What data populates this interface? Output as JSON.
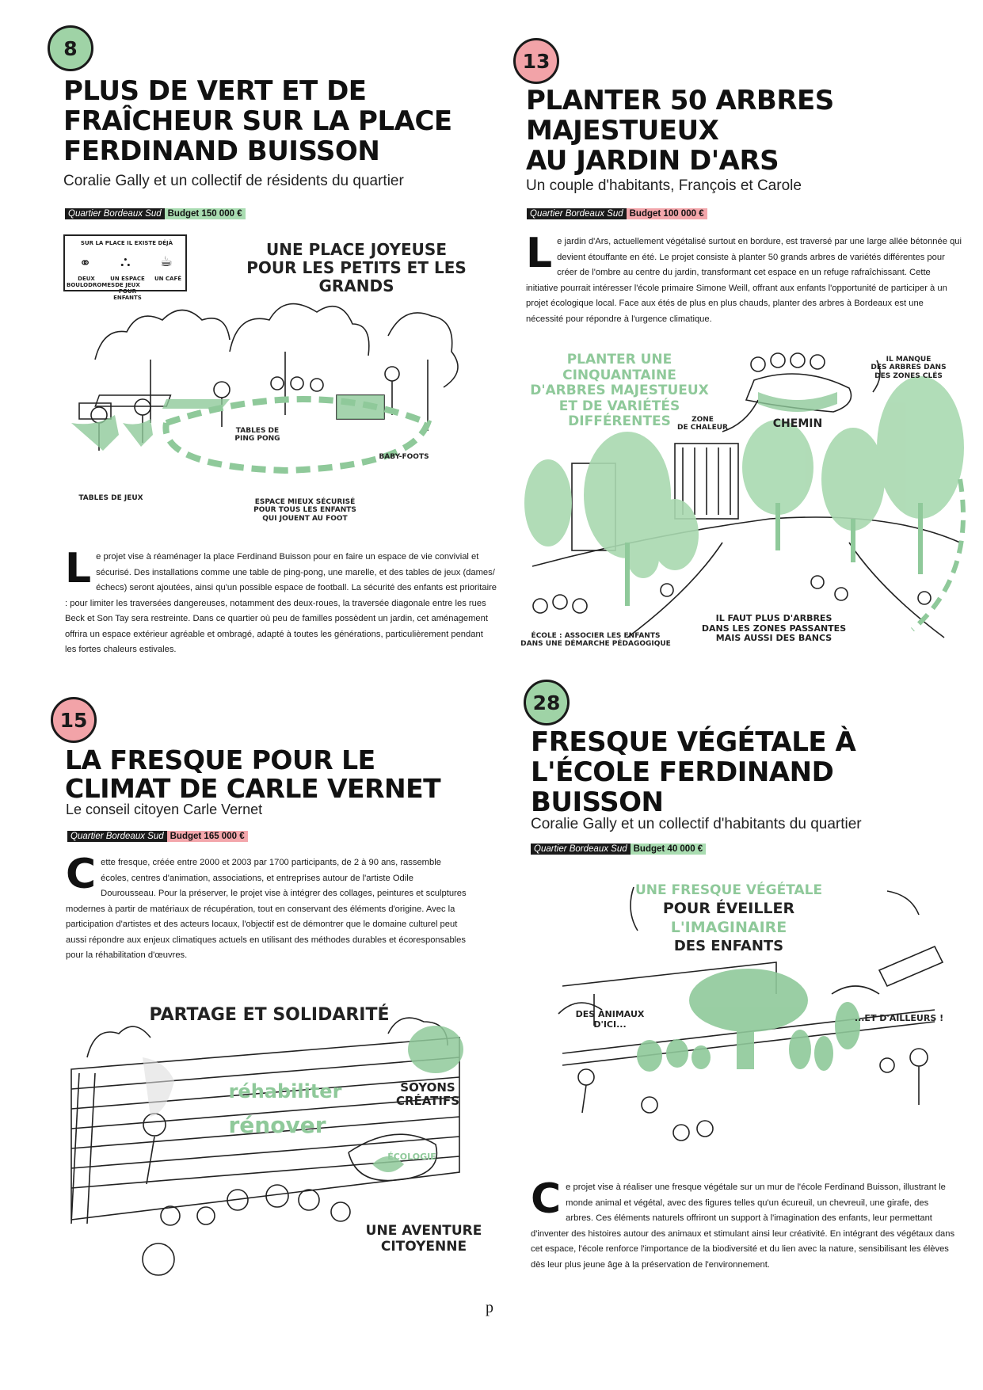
{
  "projects": [
    {
      "number": "8",
      "title": "Plus de vert et de\nfraîcheur sur la place\nFerdinand Buisson",
      "author": "Coralie Gally et un collectif de résidents du quartier",
      "district": "Quartier Bordeaux Sud",
      "budget": "Budget 150 000 €",
      "dropcap": "L",
      "text": "e projet vise à réaménager la place Ferdinand Buisson pour en faire un espace de vie convivial et sécurisé. Des installations comme une table de ping-pong, une marelle, et des tables de jeux (dames/échecs) seront ajoutées, ainsi qu'un possible espace de football. La sécurité des enfants est prioritaire : pour limiter les traversées dangereuses, notamment des deux-roues, la traversée diagonale entre les rues Beck et Son Tay sera restreinte. Dans ce quartier où peu de familles possèdent un jardin, cet aménagement offrira un espace extérieur agréable et ombragé, adapté à toutes les générations, particulièrement pendant les fortes chaleurs estivales.",
      "illustration": {
        "headline": "Une place joyeuse\npour les petits et les grands",
        "existing_title": "Sur la place il existe déjà",
        "existing_items": [
          "Deux boulodromes",
          "Un espace de jeux pour enfants",
          "Un café"
        ],
        "labels": {
          "ping_pong": "Tables de\nping pong",
          "baby_foot": "Baby-foots",
          "game_tables": "Tables de jeux",
          "safe_space": "Espace mieux sécurisé\npour tous les enfants\nqui jouent au foot"
        }
      }
    },
    {
      "number": "13",
      "title": "Planter 50 arbres\nmajestueux\nau jardin d'Ars",
      "author": "Un couple d'habitants, François et Carole",
      "district": "Quartier Bordeaux Sud",
      "budget": "Budget 100 000 €",
      "dropcap": "L",
      "text": "e jardin d'Ars, actuellement végétalisé surtout en bordure, est traversé par une large allée bétonnée qui devient étouffante en été. Le projet consiste à planter 50 grands arbres de variétés différentes pour créer de l'ombre au centre du jardin, transformant cet espace en un refuge rafraîchissant. Cette initiative pourrait intéresser l'école primaire Simone Weill, offrant aux enfants l'opportunité de participer à un projet écologique local. Face aux étés de plus en plus chauds, planter des arbres à Bordeaux est une nécessité pour répondre à l'urgence climatique.",
      "illustration": {
        "headline": "Planter une cinquantaine\nd'arbres majestueux\net de variétés différentes",
        "labels": {
          "missing": "Il manque\ndes arbres dans\ndes zones clés",
          "path": "Chemin",
          "heat": "Zone\nde chaleur",
          "school": "École : associer les enfants\ndans une démarche pédagogique",
          "benches": "Il faut plus d'arbres\ndans les zones passantes\nmais aussi des bancs"
        }
      }
    },
    {
      "number": "15",
      "title": "La fresque pour le\nclimat de Carle Vernet",
      "author": "Le conseil citoyen Carle Vernet",
      "district": "Quartier Bordeaux Sud",
      "budget": "Budget 165 000 €",
      "dropcap": "C",
      "text": "ette fresque, créée entre 2000 et 2003 par 1700 participants, de 2 à 90 ans, rassemble écoles, centres d'animation, associations, et entreprises autour de l'artiste Odile Dourousseau. Pour la préserver, le projet vise à intégrer des collages, peintures et sculptures modernes à partir de matériaux de récupération, tout en conservant des éléments d'origine. Avec la participation d'artistes et des acteurs locaux, l'objectif est de démontrer que le domaine culturel peut aussi répondre aux enjeux climatiques actuels en utilisant des méthodes durables et écoresponsables pour la réhabilitation d'œuvres.",
      "illustration": {
        "headline": "Partage et solidarité",
        "wall_1": "réhabiliter",
        "wall_2": "rénover",
        "creative": "Soyons créatifs",
        "ecology": "écologie",
        "adventure": "Une aventure\ncitoyenne"
      }
    },
    {
      "number": "28",
      "title": "Fresque végétale à\nl'école Ferdinand\nBuisson",
      "author": "Coralie Gally et un collectif d'habitants du quartier",
      "district": "Quartier Bordeaux Sud",
      "budget": "Budget 40 000 €",
      "dropcap": "C",
      "text": "e projet vise à réaliser une fresque végétale sur un mur de l'école Ferdinand Buisson, illustrant le monde animal et végétal, avec des figures telles qu'un écureuil, un chevreuil, une girafe, des arbres. Ces éléments naturels offriront un support à l'imagination des enfants, leur permettant d'inventer des histoires autour des animaux et stimulant ainsi leur créativité. En intégrant des végétaux dans cet espace, l'école renforce l'importance de la biodiversité et du lien avec la nature, sensibilisant les élèves dès leur plus jeune âge à la préservation de l'environnement.",
      "illustration": {
        "headline_1": "Une fresque végétale",
        "headline_2": "pour éveiller",
        "headline_3": "l'imaginaire",
        "headline_4": "des enfants",
        "local": "Des animaux\nd'ici...",
        "elsewhere": "...et d'ailleurs !"
      }
    }
  ],
  "page_mark": "p",
  "colors": {
    "green": "#9fd3a6",
    "pink": "#f2a3a8",
    "ink": "#1a1a1a"
  }
}
